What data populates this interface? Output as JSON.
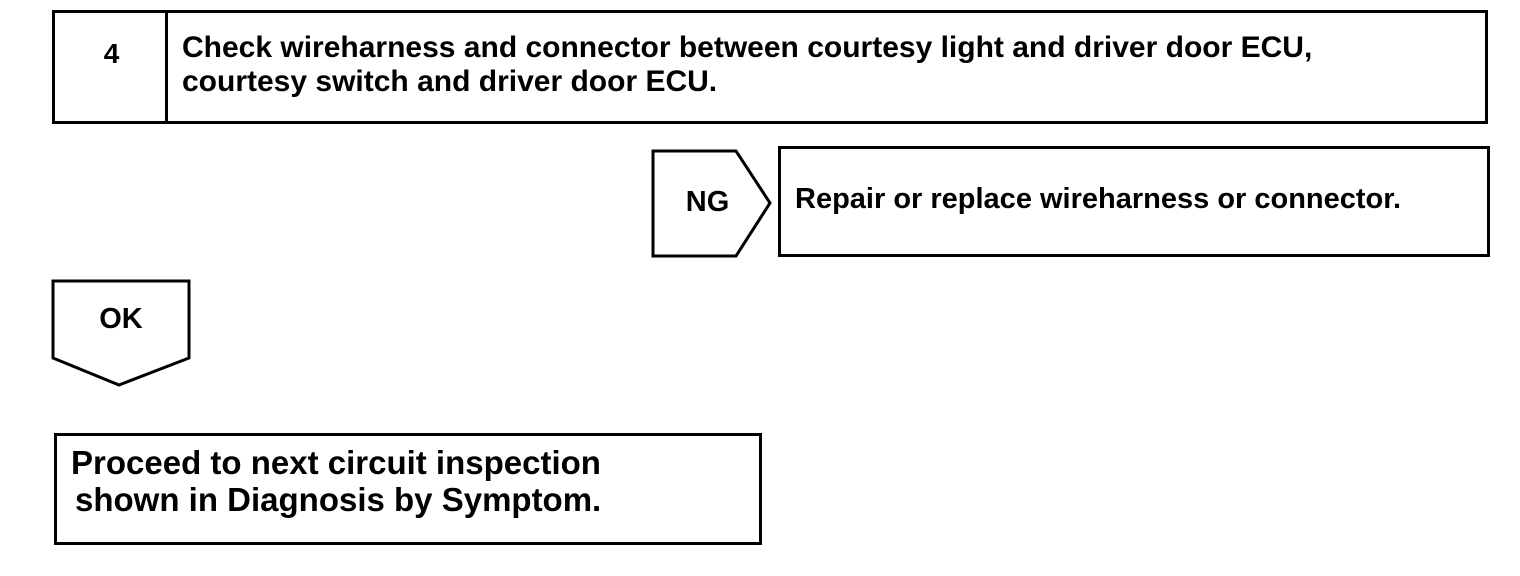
{
  "step": {
    "number": "4",
    "title_line1": "Check wireharness and connector between courtesy light and driver door ECU,",
    "title_line2": "courtesy switch and driver door ECU."
  },
  "ng_branch": {
    "label": "NG",
    "result": "Repair or replace wireharness or connector."
  },
  "ok_branch": {
    "label": "OK",
    "result_line1": "Proceed to next circuit inspection",
    "result_line2": "shown in Diagnosis by Symptom."
  }
}
